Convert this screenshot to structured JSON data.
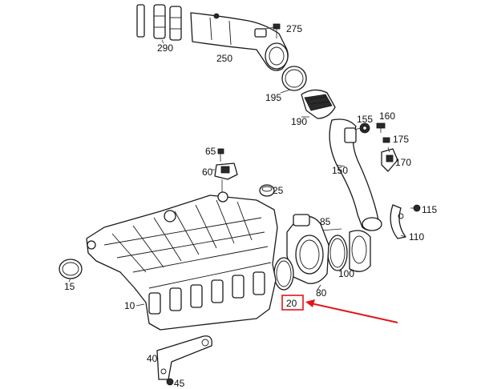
{
  "callouts": [
    {
      "id": "p290",
      "text": "290"
    },
    {
      "id": "p250",
      "text": "250"
    },
    {
      "id": "p275",
      "text": "275"
    },
    {
      "id": "p195",
      "text": "195"
    },
    {
      "id": "p190",
      "text": "190"
    },
    {
      "id": "p155",
      "text": "155"
    },
    {
      "id": "p160",
      "text": "160"
    },
    {
      "id": "p175",
      "text": "175"
    },
    {
      "id": "p170",
      "text": "170"
    },
    {
      "id": "p150",
      "text": "150"
    },
    {
      "id": "p65",
      "text": "65"
    },
    {
      "id": "p60",
      "text": "60"
    },
    {
      "id": "p25",
      "text": "25"
    },
    {
      "id": "p115",
      "text": "115"
    },
    {
      "id": "p110",
      "text": "110"
    },
    {
      "id": "p85",
      "text": "85"
    },
    {
      "id": "p100",
      "text": "100"
    },
    {
      "id": "p80",
      "text": "80"
    },
    {
      "id": "p20",
      "text": "20"
    },
    {
      "id": "p15",
      "text": "15"
    },
    {
      "id": "p10",
      "text": "10"
    },
    {
      "id": "p40",
      "text": "40"
    },
    {
      "id": "p45",
      "text": "45"
    }
  ],
  "highlight": {
    "target": "p20",
    "color": "#e0161b"
  }
}
